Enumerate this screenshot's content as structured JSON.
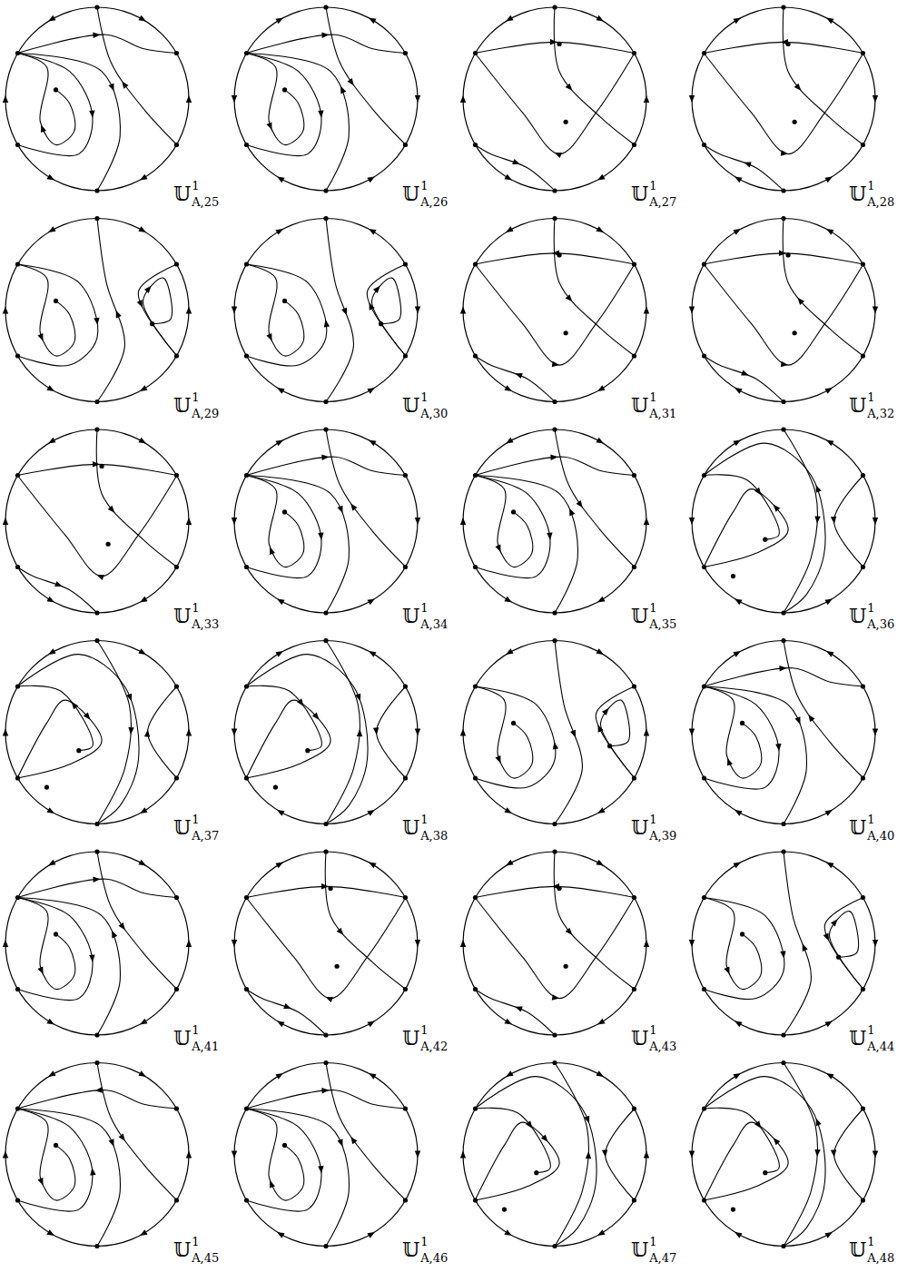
{
  "diagram": {
    "labels": [
      "𝕌",
      "1",
      "A,25",
      "𝕌",
      "1",
      "A,26",
      "𝕌",
      "1",
      "A,27",
      "𝕌",
      "1",
      "A,28",
      "𝕌",
      "1",
      "A,29",
      "𝕌",
      "1",
      "A,30",
      "𝕌",
      "1",
      "A,31",
      "𝕌",
      "1",
      "A,32",
      "𝕌",
      "1",
      "A,33",
      "𝕌",
      "1",
      "A,34",
      "𝕌",
      "1",
      "A,35",
      "𝕌",
      "1",
      "A,36",
      "𝕌",
      "1",
      "A,37",
      "𝕌",
      "1",
      "A,38",
      "𝕌",
      "1",
      "A,39",
      "𝕌",
      "1",
      "A,40",
      "𝕌",
      "1",
      "A,41",
      "𝕌",
      "1",
      "A,42",
      "𝕌",
      "1",
      "A,43",
      "𝕌",
      "1",
      "A,44",
      "𝕌",
      "1",
      "A,45",
      "𝕌",
      "1",
      "A,46",
      "𝕌",
      "1",
      "A,47",
      "𝕌",
      "1",
      "A,48"
    ]
  }
}
